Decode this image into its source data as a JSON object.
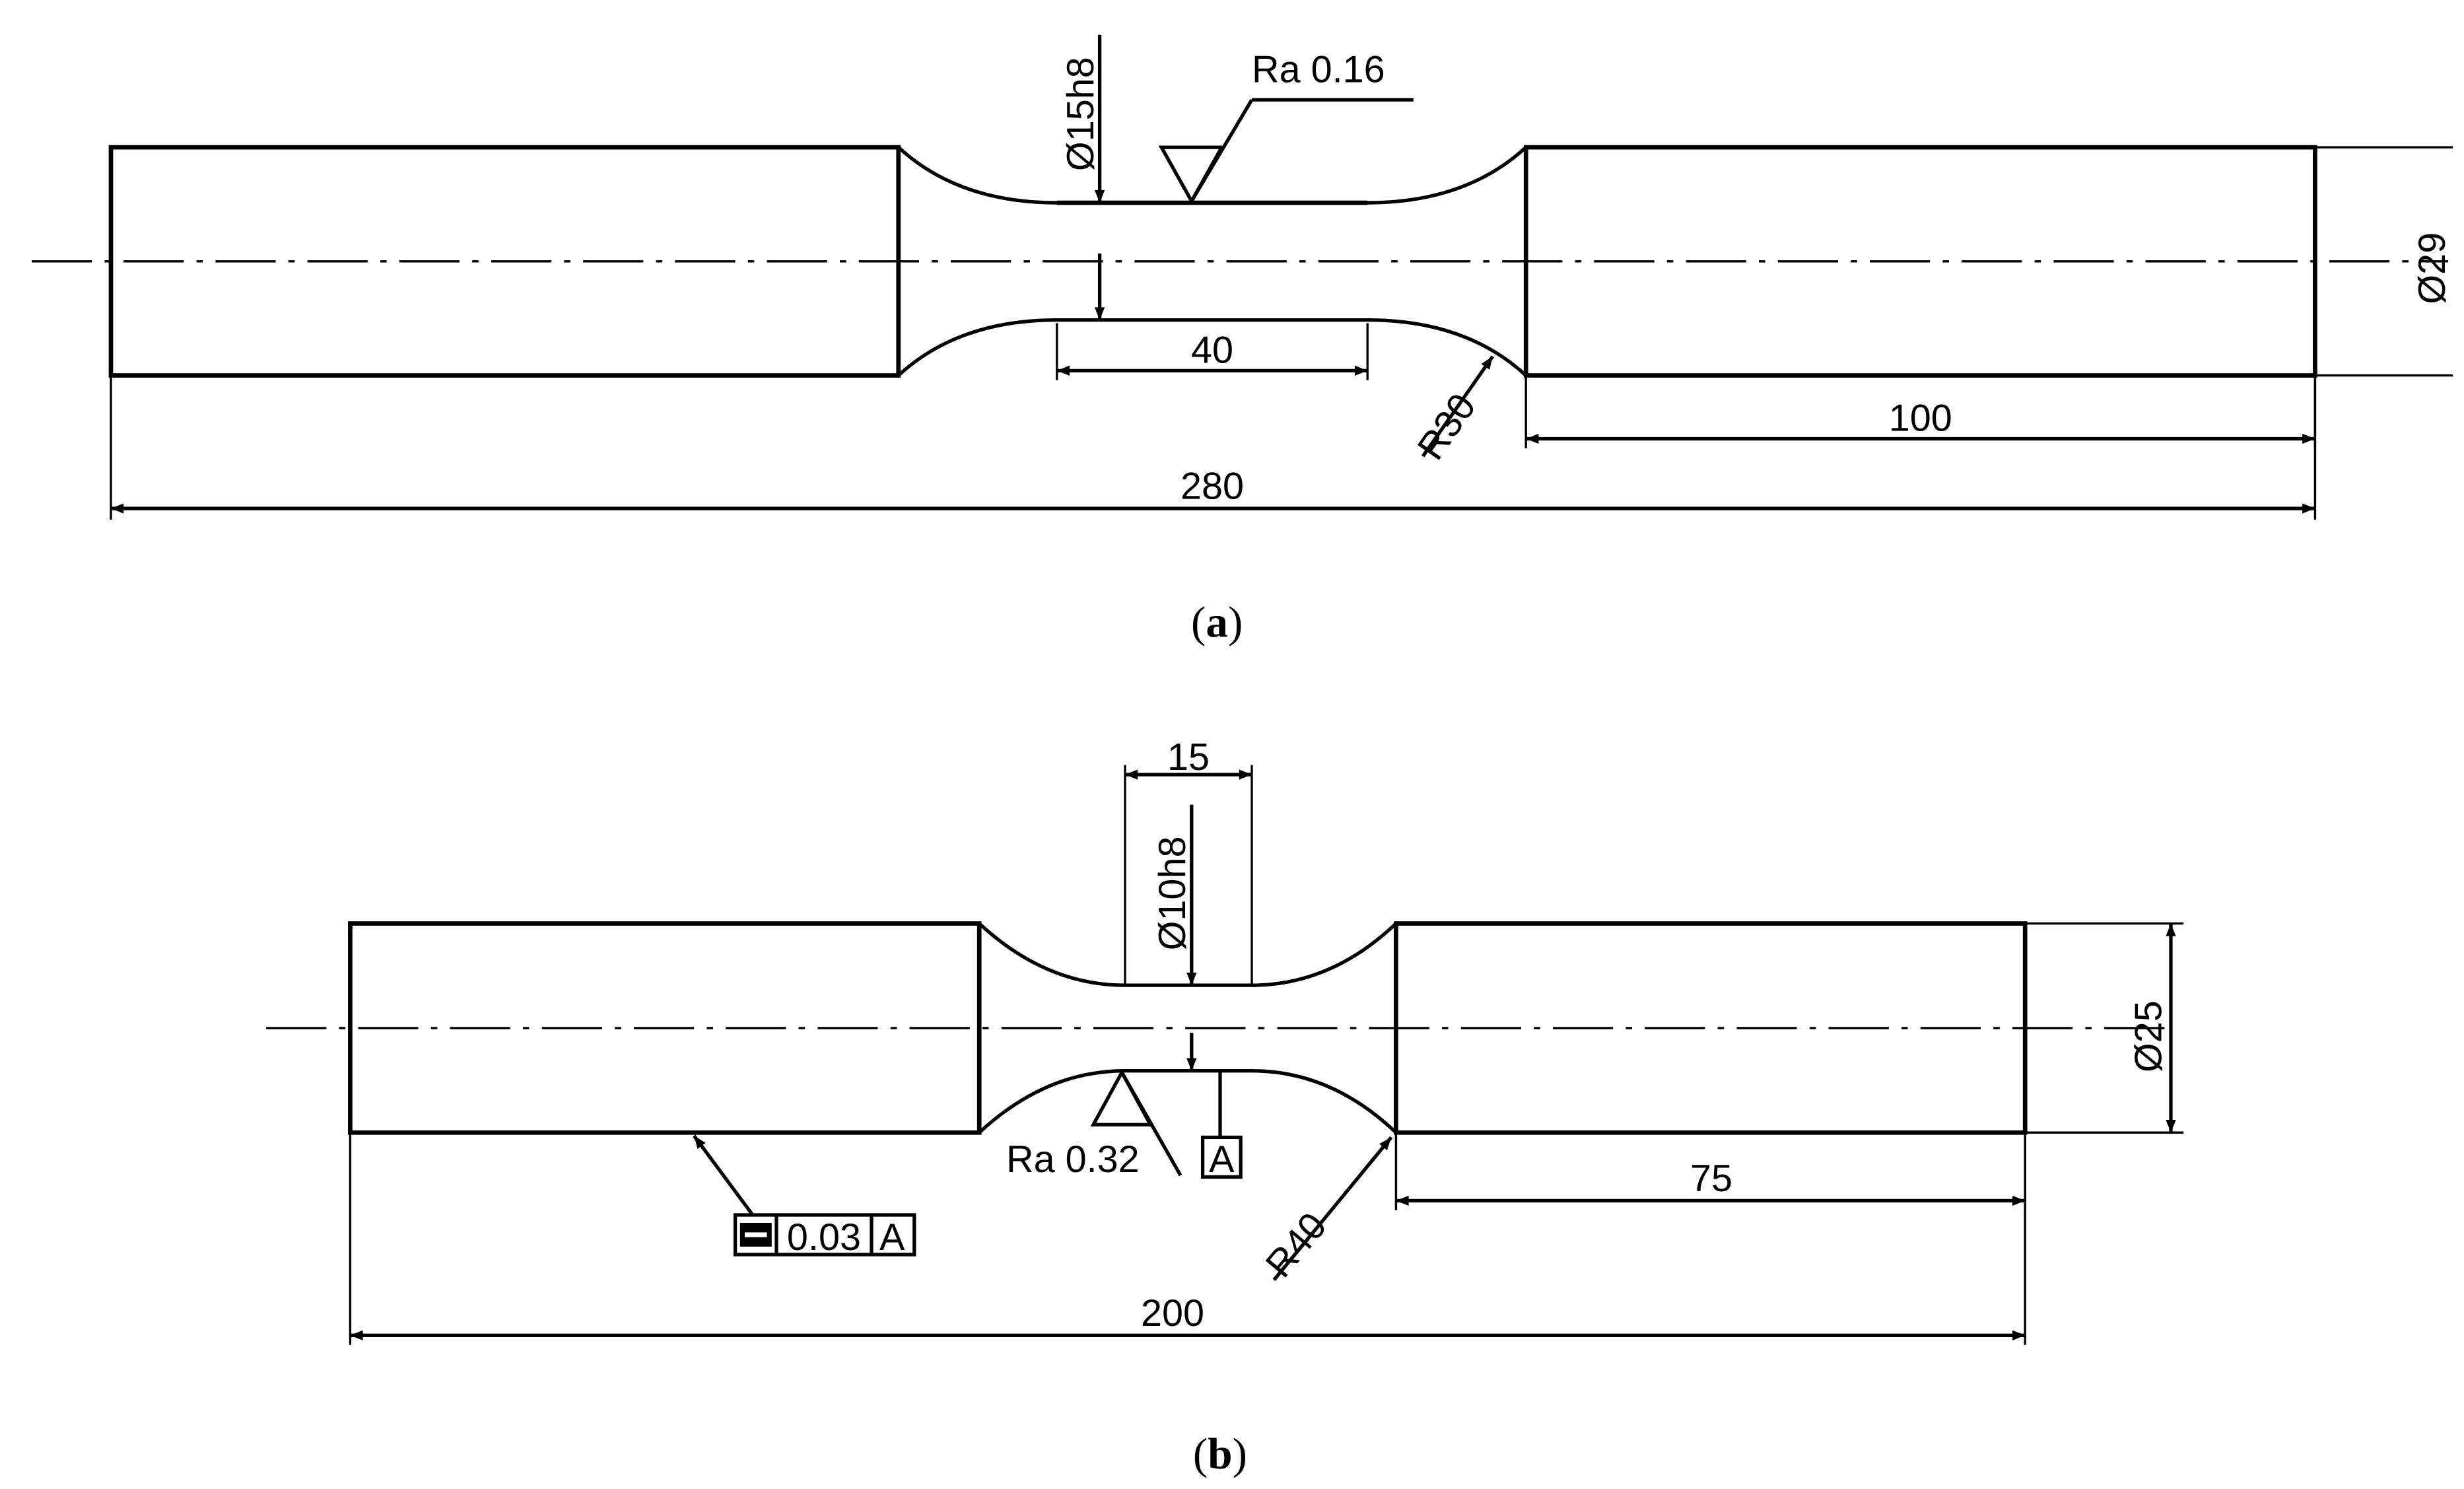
{
  "figure_a": {
    "caption_open": "(",
    "caption_letter": "a",
    "caption_close": ")",
    "roughness": "Ra 0.16",
    "waist_diameter": "Ø15h8",
    "outer_diameter": "Ø29",
    "waist_length": "40",
    "fillet_radius": "R30",
    "grip_length": "100",
    "total_length": "280"
  },
  "figure_b": {
    "caption_open": "(",
    "caption_letter": "b",
    "caption_close": ")",
    "waist_length": "15",
    "waist_diameter": "Ø10h8",
    "outer_diameter": "Ø25",
    "roughness": "Ra 0.32",
    "datum_label": "A",
    "tolerance_value": "0.03",
    "tolerance_datum": "A",
    "fillet_radius": "R40",
    "grip_length": "75",
    "total_length": "200"
  }
}
